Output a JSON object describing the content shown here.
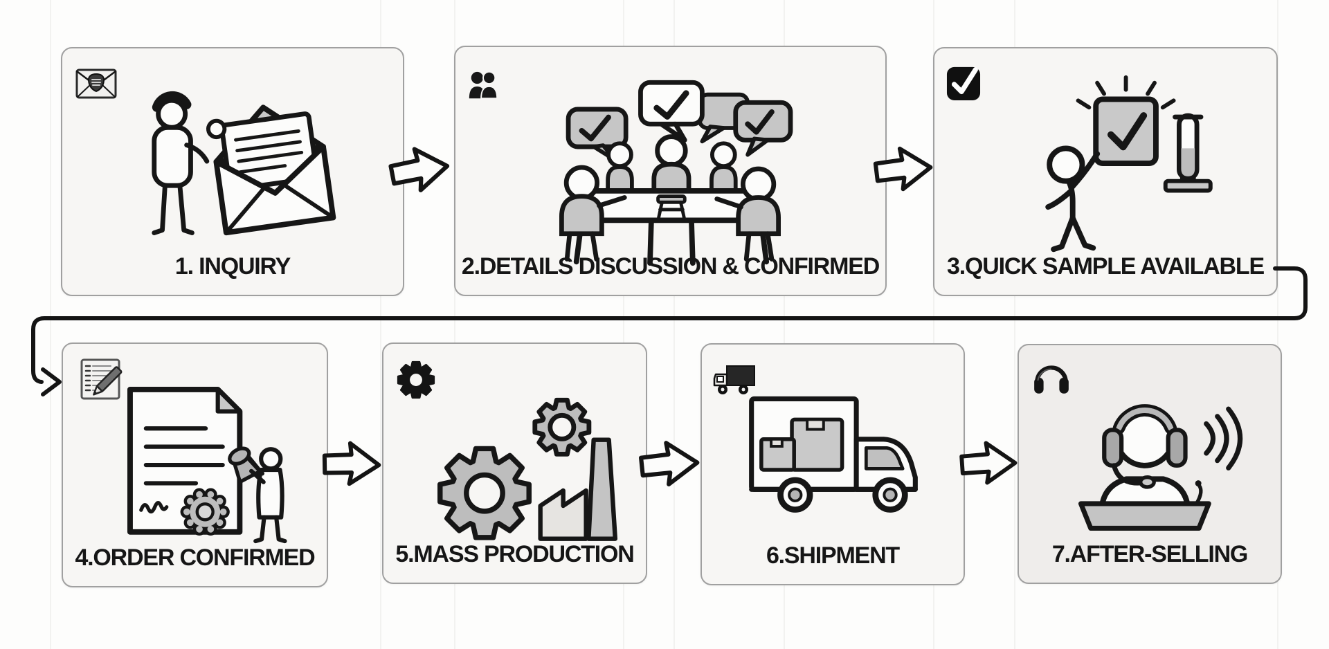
{
  "diagram": {
    "type": "process-flow",
    "colors": {
      "background": "#fdfdfc",
      "box_fill": "#f7f6f4",
      "box_fill_step7": "#efedeb",
      "box_border": "#a0a0a0",
      "outline_black": "#161616",
      "illustration_gray": "#c6c6c6",
      "text": "#161616"
    }
  },
  "steps": [
    {
      "number": "1",
      "label": "1. INQUIRY",
      "icon": "envelope-icon",
      "illustration": "person-holding-open-envelope"
    },
    {
      "number": "2",
      "label": "2.DETAILS DISCUSSION & CONFIRMED",
      "icon": "people-icon",
      "illustration": "meeting-around-table-with-check-speech-bubbles"
    },
    {
      "number": "3",
      "label": "3.QUICK SAMPLE AVAILABLE",
      "icon": "checkbox-icon",
      "illustration": "person-presenting-checked-sample-with-test-tube"
    },
    {
      "number": "4",
      "label": "4.ORDER CONFIRMED",
      "icon": "notepad-pencil-icon",
      "illustration": "document-with-seal-and-person-stamping"
    },
    {
      "number": "5",
      "label": "5.MASS PRODUCTION",
      "icon": "gear-icon",
      "illustration": "gears-and-factory"
    },
    {
      "number": "6",
      "label": "6.SHIPMENT",
      "icon": "truck-icon",
      "illustration": "truck-loaded-with-boxes"
    },
    {
      "number": "7",
      "label": "7.AFTER-SELLING",
      "icon": "headphones-icon",
      "illustration": "support-agent-with-headset-and-sound-waves"
    }
  ],
  "connectors": {
    "between_boxes": "block-arrow-right",
    "wrap_line": "from-step3-right-edge-down-across-to-step4-left-edge"
  }
}
